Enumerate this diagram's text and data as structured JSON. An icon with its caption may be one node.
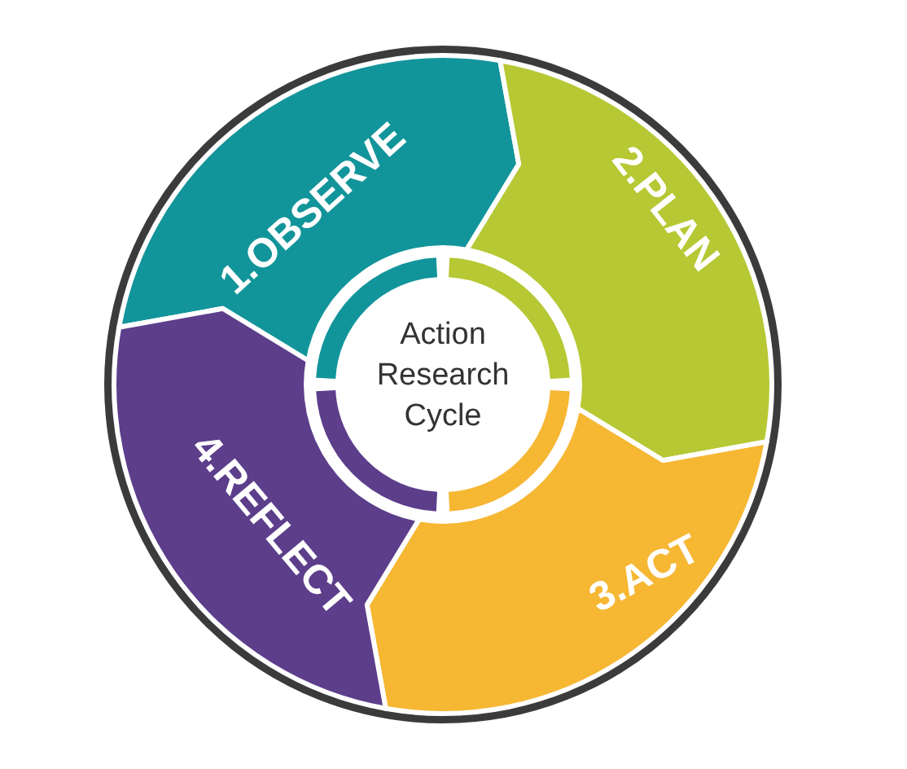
{
  "diagram": {
    "nodes": [
      {
        "text": [
          "1.OBSERVE"
        ]
      },
      {
        "text": [
          "2.PLAN"
        ]
      },
      {
        "text": [
          "3.ACT"
        ]
      },
      {
        "text": [
          "4.REFLECT"
        ]
      },
      {
        "text": [
          "Action Research Cycle"
        ]
      }
    ]
  }
}
